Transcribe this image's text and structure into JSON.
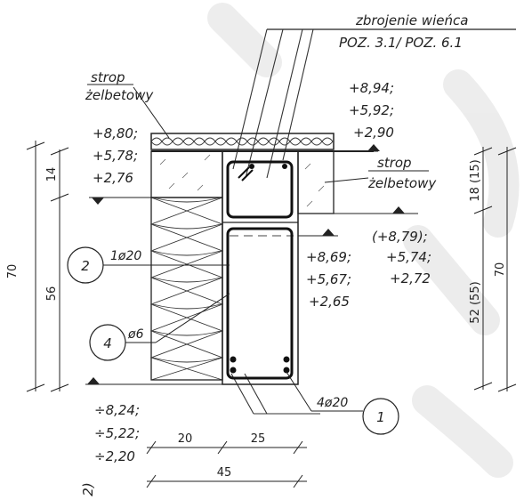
{
  "title": {
    "line1": "zbrojenie wieńca",
    "line2": "POZ. 3.1/  POZ. 6.1"
  },
  "labels": {
    "strop_left_1": "strop",
    "strop_left_2": "żelbetowy",
    "strop_right_1": "strop",
    "strop_right_2": "żelbetowy"
  },
  "levels": {
    "top_right": [
      "+8,94;",
      "+5,92;",
      "+2,90"
    ],
    "top_left": [
      "+8,80;",
      "+5,78;",
      "+2,76"
    ],
    "mid_center": [
      "+8,69;",
      "+5,67;",
      "+2,65"
    ],
    "mid_right": [
      "(+8,79);",
      "+5,74;",
      "+2,72"
    ],
    "bottom_left": [
      "÷8,24;",
      "÷5,22;",
      "÷2,20"
    ]
  },
  "rebar": {
    "pos2_num": "2",
    "pos2_spec": "1ø20",
    "pos4_num": "4",
    "pos4_spec": "ø6",
    "pos1_num": "1",
    "pos1_spec": "4ø20"
  },
  "dimensions": {
    "left_total": "70",
    "left_top": "14",
    "left_bottom": "56",
    "right_top": "18 (15)",
    "right_bottom": "52 (55)",
    "right_total": "70",
    "bottom_a": "20",
    "bottom_b": "25",
    "bottom_total": "45"
  },
  "fragment": "2)"
}
